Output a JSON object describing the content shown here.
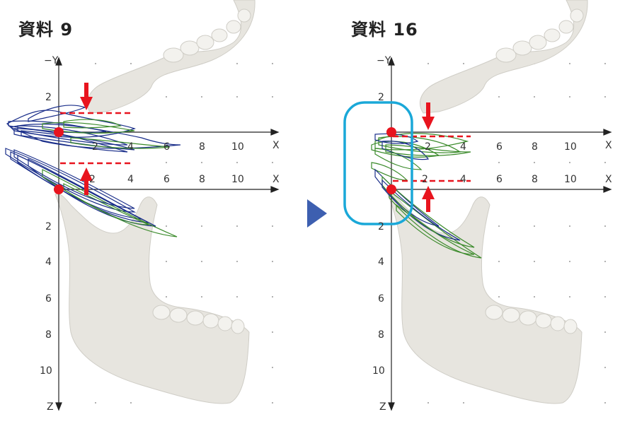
{
  "panels": [
    {
      "title": "資料 9",
      "axis": {
        "y_top_label": "−Y",
        "y_bottom_label": "Z",
        "x_label": "X",
        "upper_x_ticks": [
          "2",
          "4",
          "6",
          "8",
          "10"
        ],
        "lower_x_ticks": [
          "2",
          "4",
          "6",
          "8",
          "10"
        ],
        "upper_y_ticks": [
          "2"
        ],
        "lower_y_ticks": [
          "2",
          "4",
          "6",
          "8",
          "10"
        ]
      }
    },
    {
      "title": "資料 16",
      "axis": {
        "y_top_label": "−Y",
        "y_bottom_label": "Z",
        "x_label": "X",
        "upper_x_ticks": [
          "2",
          "4",
          "6",
          "8",
          "10"
        ],
        "lower_x_ticks": [
          "2",
          "4",
          "6",
          "8",
          "10"
        ],
        "upper_y_ticks": [
          "2"
        ],
        "lower_y_ticks": [
          "2",
          "4",
          "6",
          "8",
          "10"
        ]
      }
    }
  ],
  "colors": {
    "bone": "#e7e5df",
    "trace_blue": "#1a2e8a",
    "trace_green": "#3a8a2a",
    "marker_red": "#e8141e",
    "highlight_cyan": "#1aa8d8",
    "transition_arrow": "#3d5fb0"
  },
  "icons": {
    "transition": "triangle-right-icon",
    "pressure": "red-arrow-icon"
  }
}
